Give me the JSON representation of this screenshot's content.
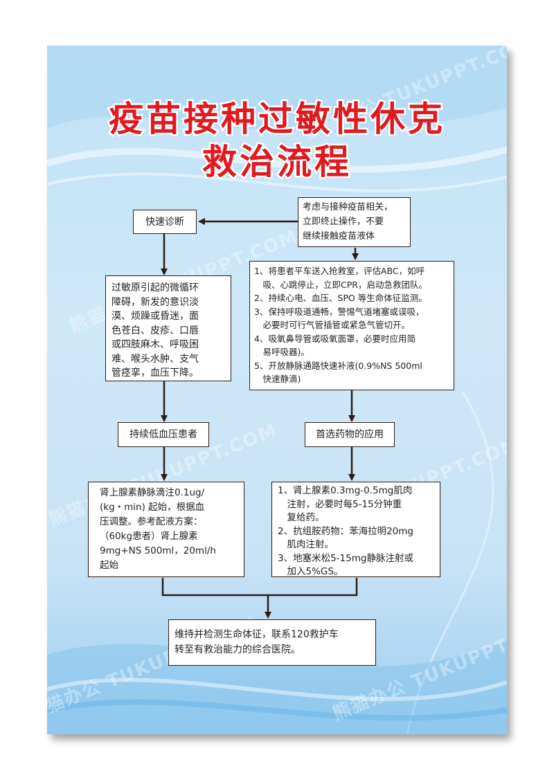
{
  "title": {
    "line1": "疫苗接种过敏性休克",
    "line2": "救治流程"
  },
  "watermark": "熊猫办公 TUKUPPT.COM",
  "colors": {
    "title_red": "#e11a1f",
    "background_blue": "#bfe1f7",
    "line_color": "#2b1b12"
  },
  "boxes": {
    "consider": "考虑与接种疫苗相关，\n立即终止操作，不要\n继续接触疫苗液体",
    "quick_diagnosis": "快速诊断",
    "symptoms": "过敏原引起的微循环\n障碍，新发的意识淡\n漠、烦躁或昏迷，面\n色苍白、皮疹、口唇\n或四肢麻木、呼吸困\n难、喉头水肿、支气\n管痉挛，血压下降。",
    "measures": "1、将患者平车送入抢救室，评估ABC，如呼\n　吸、心跳停止，立即CPR，启动急救团队。\n2、持续心电、血压、SPO 等生命体征监测。\n3、保持呼吸道通畅，警惕气道堵塞或误吸，\n　必要时可行气管插管或紧急气管切开。\n4、吸氧鼻导管或吸氧面罩，必要时应用简\n　易呼吸器)。\n5、开放静脉通路快速补液(0.9%NS 500ml\n　快速静滴)",
    "hypotension": "持续低血压患者",
    "preferred_drug": "首选药物的应用",
    "epinephrine_infusion": "肾上腺素静脉滴注0.1ug/\n(kg・min) 起始，根据血\n压调整。参考配液方案：\n（60kg患者）肾上腺素\n9mg+NS 500ml，20ml/h\n起始",
    "drug_list": "1、肾上腺素0.3mg-0.5mg肌肉\n　注射，必要时每5-15分钟重\n　复给药。\n2、抗组胺药物：苯海拉明20mg\n　肌肉注射。\n3、地塞米松5-15mg静脉注射或\n　加入5%GS。",
    "final": "维持并检测生命体征，联系120救护车\n转至有救治能力的综合医院。"
  }
}
